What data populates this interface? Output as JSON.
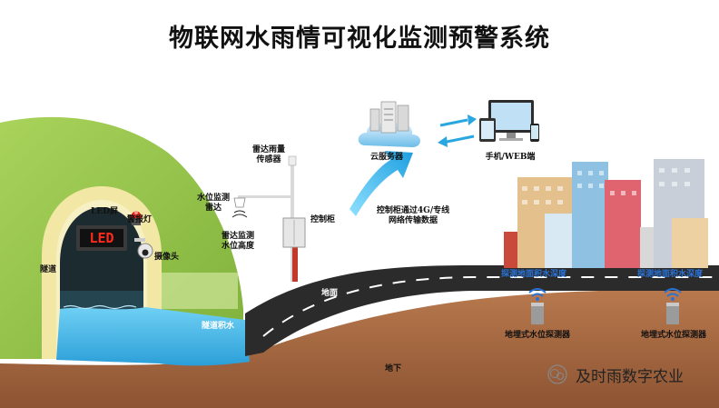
{
  "title": "物联网水雨情可视化监测预警系统",
  "labels": {
    "led_screen": "LED屏",
    "alarm_light": "警报灯",
    "camera": "摄像头",
    "tunnel": "隧道",
    "tunnel_water": "隧道积水",
    "rain_sensor": "雷达雨量\n传感器",
    "level_radar": "水位监测\n雷达",
    "radar_level_height": "雷达监测\n水位高度",
    "control_cabinet": "控制柜",
    "cloud_server": "云服务器",
    "terminal": "手机/WEB端",
    "network": "控制柜通过4G/专线\n网络传输数据",
    "road": "地面",
    "underground": "地下",
    "surface_water_1": "探测地面积水深度",
    "surface_water_2": "探测地面积水深度",
    "probe_1": "地埋式水位探测器",
    "probe_2": "地埋式水位探测器"
  },
  "led_display": "LED",
  "watermark": "及时雨数字农业",
  "colors": {
    "hill": "#9ac64f",
    "ground": "#a86a42",
    "road": "#2b2b2b",
    "water": "#44b7e6",
    "arrow": "#2aa7e0",
    "label_blue": "#2a72d6"
  }
}
